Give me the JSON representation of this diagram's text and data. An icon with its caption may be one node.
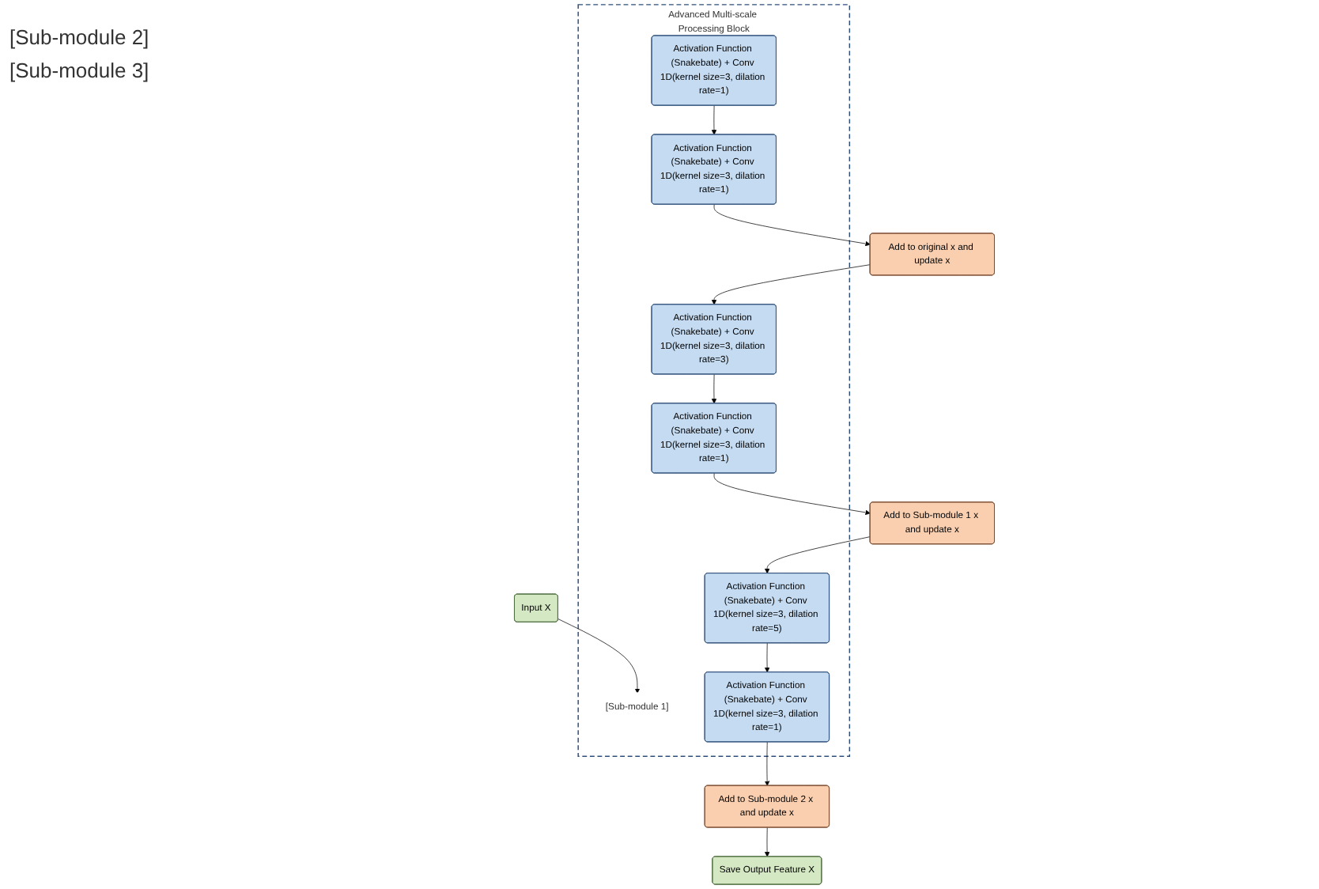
{
  "diagram": {
    "nodes": [
      {
        "text": [
          "Input X"
        ]
      },
      {
        "text": [
          "Advanced Multi-scale Processing Block"
        ]
      },
      {
        "text": [
          "[Sub-module 1]"
        ],
        "in": 1
      },
      {
        "text": [
          "Activation Function (Snakebate) + Conv 1D(kernel size=3, dilation rate=1)"
        ],
        "in": 1
      },
      {
        "text": [
          "Activation Function (Snakebate) + Conv 1D(kernel size=3, dilation rate=1)"
        ],
        "in": 1
      },
      {
        "text": [
          "Add to original x and update x"
        ]
      },
      {
        "text": [
          "Activation Function (Snakebate) + Conv 1D(kernel size=3, dilation rate=3)"
        ],
        "in": 1
      },
      {
        "text": [
          "Activation Function (Snakebate) + Conv 1D(kernel size=3, dilation rate=1)"
        ],
        "in": 1
      },
      {
        "text": [
          "Add to Sub-module 1 x and update x"
        ]
      },
      {
        "text": [
          "Activation Function (Snakebate) + Conv 1D(kernel size=3, dilation rate=5)"
        ],
        "in": 1
      },
      {
        "text": [
          "Activation Function (Snakebate) + Conv 1D(kernel size=3, dilation rate=1)"
        ],
        "in": 1
      },
      {
        "text": [
          "Add to Sub-module 2 x and update x"
        ]
      },
      {
        "text": [
          "Save Output Feature X"
        ]
      }
    ],
    "edges": [
      {
        "from": 0,
        "to": 2,
        "arrow": "to"
      },
      {
        "from": 3,
        "to": 4,
        "arrow": "to"
      },
      {
        "from": 4,
        "to": 5,
        "arrow": "to"
      },
      {
        "from": 5,
        "to": 6,
        "arrow": "to"
      },
      {
        "from": 6,
        "to": 7,
        "arrow": "to"
      },
      {
        "from": 7,
        "to": 8,
        "arrow": "to"
      },
      {
        "from": 8,
        "to": 9,
        "arrow": "to"
      },
      {
        "from": 9,
        "to": 10,
        "arrow": "to"
      },
      {
        "from": 10,
        "to": 11,
        "arrow": "to"
      },
      {
        "from": 11,
        "to": 12,
        "arrow": "to"
      }
    ],
    "labels": [
      "[Sub-module 2]",
      "[Sub-module 3]"
    ]
  }
}
